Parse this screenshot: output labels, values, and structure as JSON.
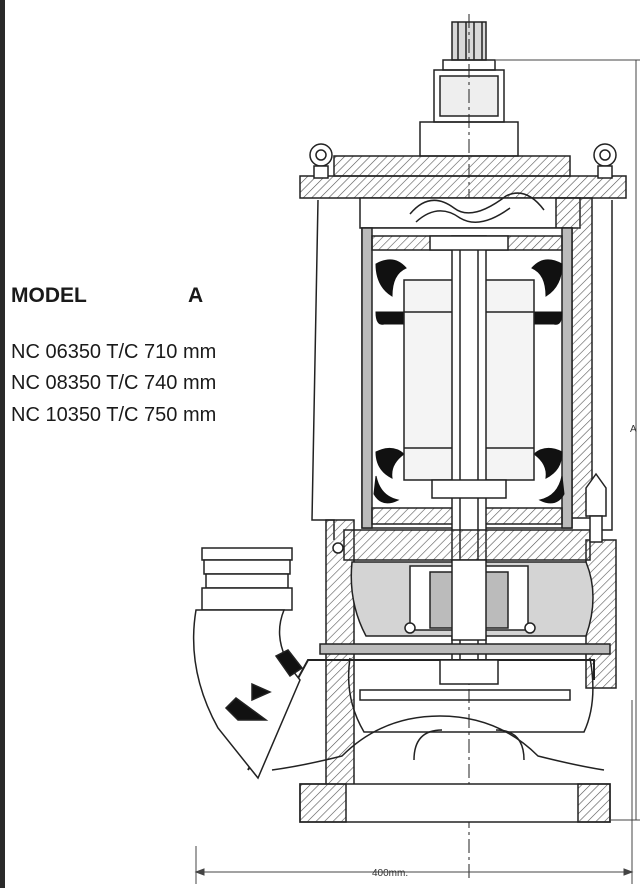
{
  "table": {
    "header_model": "MODEL",
    "header_dimension": "A",
    "rows": [
      "NC 06350 T/C 710 mm",
      "NC 08350 T/C 740 mm",
      "NC 10350 T/C 750 mm"
    ]
  },
  "dimensions": {
    "width_label": "400mm.",
    "height_letter": "A"
  },
  "colors": {
    "line": "#222222",
    "hatch": "#555555",
    "shade": "#cfcfcf",
    "background": "#ffffff"
  }
}
